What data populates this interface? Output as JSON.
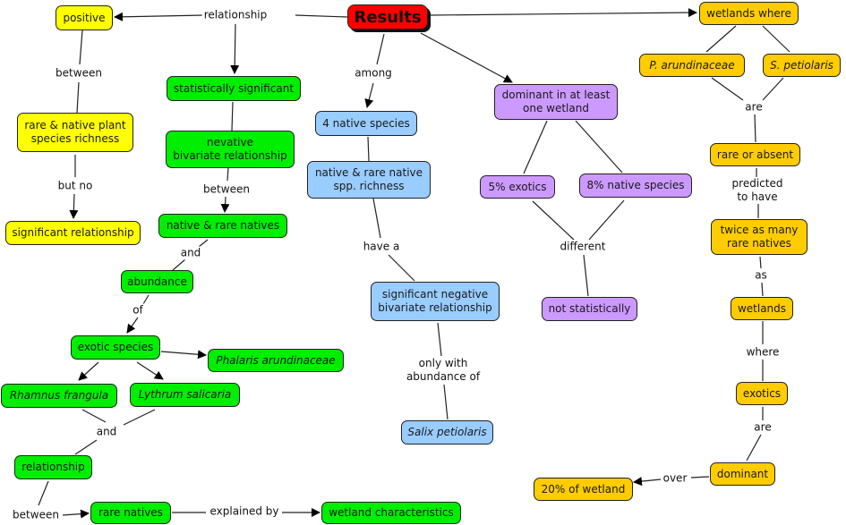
{
  "colors": {
    "root": "#ff0000",
    "yellow": "#ffff00",
    "green": "#00ee00",
    "blue": "#99ccff",
    "purple": "#cc99ff",
    "orange": "#ffcc00"
  },
  "nodes": {
    "results": "Results",
    "positive": "positive",
    "rare_native_richness": "rare & native plant\nspecies richness",
    "significant_relationship": "significant relationship",
    "stat_significant": "statistically significant",
    "nevative_bivariate": "nevative\nbivariate relationship",
    "native_rare_natives": "native & rare natives",
    "abundance": "abundance",
    "exotic_species": "exotic species",
    "phalaris": "Phalaris arundinaceae",
    "rhamnus": "Rhamnus frangula",
    "lythrum": "Lythrum salicaria",
    "relationship_green": "relationship",
    "rare_natives": "rare natives",
    "wetland_characteristics": "wetland characteristics",
    "four_native": "4 native species",
    "native_rare_spp": "native & rare native\nspp. richness",
    "sig_negative": "significant negative\nbivariate relationship",
    "salix": "Salix petiolaris",
    "dominant_one_wetland": "dominant in at least\none wetland",
    "five_exotics": "5% exotics",
    "eight_native": "8% native species",
    "not_statistically": "not statistically",
    "wetlands_where": "wetlands where",
    "p_arundinaceae": "P. arundinaceae",
    "s_petiolaris": "S. petiolaris",
    "rare_or_absent": "rare or absent",
    "twice_as_many": "twice as many\nrare natives",
    "wetlands": "wetlands",
    "exotics": "exotics",
    "dominant": "dominant",
    "twenty_pct": "20% of wetland"
  },
  "links": {
    "relationship": "relationship",
    "between_1": "between",
    "but_no": "but no",
    "between_2": "between",
    "and_1": "and",
    "of": "of",
    "and_2": "and",
    "between_3": "between",
    "explained_by": "explained by",
    "among": "among",
    "have_a": "have a",
    "only_with": "only with\nabundance of",
    "different": "different",
    "are_1": "are",
    "predicted": "predicted\nto have",
    "as": "as",
    "where": "where",
    "are_2": "are",
    "over": "over"
  }
}
